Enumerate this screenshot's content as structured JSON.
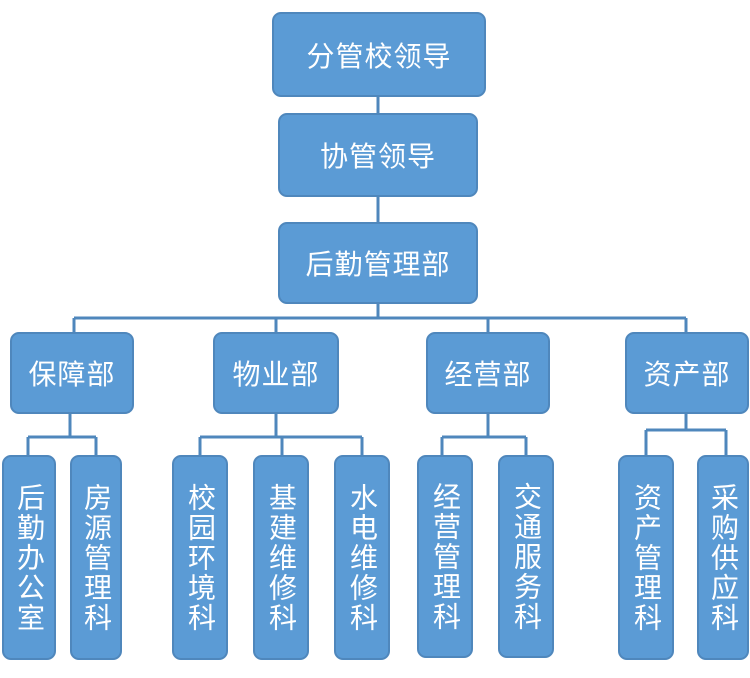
{
  "colors": {
    "box_fill": "#5b9bd5",
    "box_border": "#4f87bc",
    "connector": "#4f87bc",
    "text": "#ffffff"
  },
  "root": {
    "label": "分管校领导"
  },
  "level2": {
    "label": "协管领导"
  },
  "level3": {
    "label": "后勤管理部"
  },
  "departments": [
    {
      "label": "保障部",
      "units": [
        "后勤办公室",
        "房源管理科"
      ]
    },
    {
      "label": "物业部",
      "units": [
        "校园环境科",
        "基建维修科",
        "水电维修科"
      ]
    },
    {
      "label": "经营部",
      "units": [
        "经营管理科",
        "交通服务科"
      ]
    },
    {
      "label": "资产部",
      "units": [
        "资产管理科",
        "采购供应科"
      ]
    }
  ]
}
